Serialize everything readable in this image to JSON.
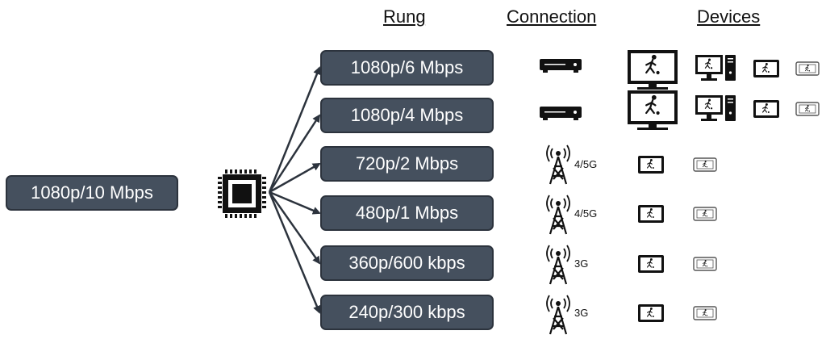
{
  "headers": {
    "rung": "Rung",
    "connection": "Connection",
    "devices": "Devices"
  },
  "source": {
    "label": "1080p/10 Mbps"
  },
  "rungs": [
    {
      "label": "1080p/6 Mbps",
      "connection": "set-top-box",
      "connection_label": "",
      "devices": [
        "tv-icon",
        "desktop-pc-icon",
        "tablet-icon",
        "phone-icon"
      ]
    },
    {
      "label": "1080p/4 Mbps",
      "connection": "set-top-box",
      "connection_label": "",
      "devices": [
        "tv-icon",
        "desktop-pc-icon",
        "tablet-icon",
        "phone-icon"
      ]
    },
    {
      "label": "720p/2 Mbps",
      "connection": "cell-tower",
      "connection_label": "4/5G",
      "devices": [
        "tablet-icon",
        "phone-icon"
      ]
    },
    {
      "label": "480p/1 Mbps",
      "connection": "cell-tower",
      "connection_label": "4/5G",
      "devices": [
        "tablet-icon",
        "phone-icon"
      ]
    },
    {
      "label": "360p/600 kbps",
      "connection": "cell-tower",
      "connection_label": "3G",
      "devices": [
        "tablet-icon",
        "phone-icon"
      ]
    },
    {
      "label": "240p/300 kbps",
      "connection": "cell-tower",
      "connection_label": "3G",
      "devices": [
        "tablet-icon",
        "phone-icon"
      ]
    }
  ],
  "colors": {
    "box_fill": "#45505e",
    "box_border": "#2c333d",
    "arrow": "#2c333d",
    "icon": "#111111"
  }
}
